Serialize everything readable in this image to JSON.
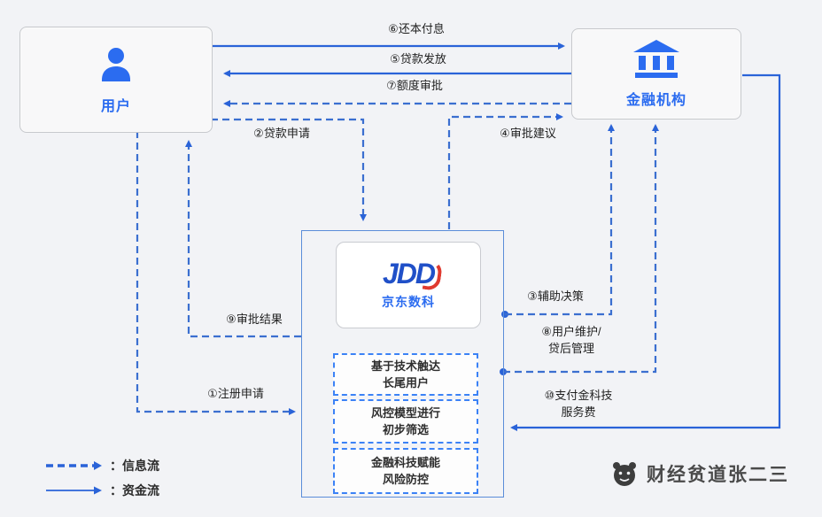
{
  "nodes": {
    "user": {
      "label": "用户",
      "icon": "person-icon"
    },
    "bank": {
      "label": "金融机构",
      "icon": "bank-icon"
    },
    "jdd": {
      "logo": "JDD",
      "label": "京东数科"
    }
  },
  "capabilities": [
    {
      "text": "基于技术触达\n长尾用户"
    },
    {
      "text": "风控模型进行\n初步筛选"
    },
    {
      "text": "金融科技赋能\n风险防控"
    }
  ],
  "arrows": [
    {
      "label": "①注册申请",
      "from": "用户",
      "to": "京东数科",
      "type": "dashed"
    },
    {
      "label": "②贷款申请",
      "from": "用户",
      "to": "京东数科",
      "type": "dashed"
    },
    {
      "label": "③辅助决策",
      "from": "京东数科",
      "to": "金融机构",
      "type": "dashed"
    },
    {
      "label": "④审批建议",
      "from": "京东数科",
      "to": "金融机构",
      "type": "dashed"
    },
    {
      "label": "⑤贷款发放",
      "from": "金融机构",
      "to": "用户",
      "type": "solid"
    },
    {
      "label": "⑥还本付息",
      "from": "用户",
      "to": "金融机构",
      "type": "solid"
    },
    {
      "label": "⑦额度审批",
      "from": "金融机构",
      "to": "用户",
      "type": "dashed"
    },
    {
      "label": "⑧用户维护/\n贷后管理",
      "from": "京东数科",
      "to": "金融机构",
      "type": "dashed"
    },
    {
      "label": "⑨审批结果",
      "from": "京东数科",
      "to": "用户",
      "type": "dashed"
    },
    {
      "label": "⑩支付金科技\n服务费",
      "from": "金融机构",
      "to": "京东数科",
      "type": "solid"
    }
  ],
  "legend": [
    {
      "style": "dashed",
      "label": "：信息流"
    },
    {
      "style": "solid",
      "label": "：资金流"
    }
  ],
  "watermark": {
    "text": "财经贫道张二三"
  },
  "colors": {
    "primary_blue": "#2b6cf0",
    "line_blue": "#2a63d8",
    "dashed_blue": "#3b6fd0",
    "logo_blue": "#2050c8",
    "logo_red": "#e03a2f",
    "text_dark": "#1f1f1f"
  }
}
